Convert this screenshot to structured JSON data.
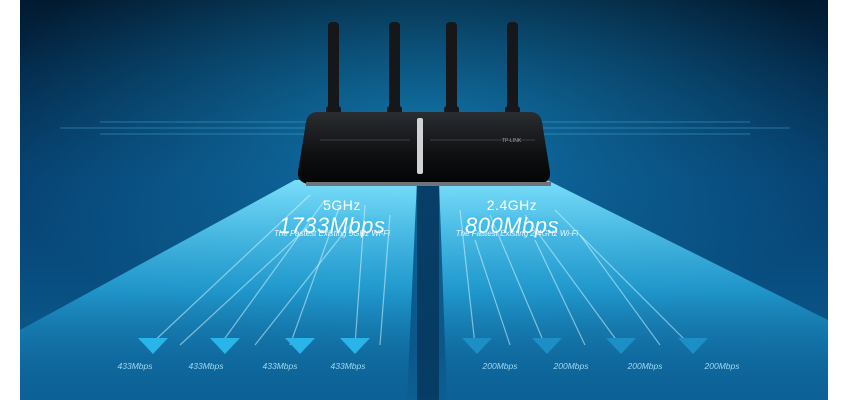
{
  "router": {
    "brand_badge": "TP-LINK"
  },
  "band_5ghz": {
    "band": "5GHz",
    "speed": "1733Mbps",
    "subtitle": "The Fastest Existing 5GHz Wi-Fi",
    "stream_rates": [
      "433Mbps",
      "433Mbps",
      "433Mbps",
      "433Mbps"
    ]
  },
  "band_24ghz": {
    "band": "2.4GHz",
    "speed": "800Mbps",
    "subtitle": "The Fastest Existing 2.4GHz Wi-Fi",
    "stream_rates": [
      "200Mbps",
      "200Mbps",
      "200Mbps",
      "200Mbps"
    ]
  },
  "colors": {
    "background_top": "#021a30",
    "background_bottom": "#0c5f93",
    "beam": "#36c8f5",
    "arrow": "#29b4ea"
  }
}
